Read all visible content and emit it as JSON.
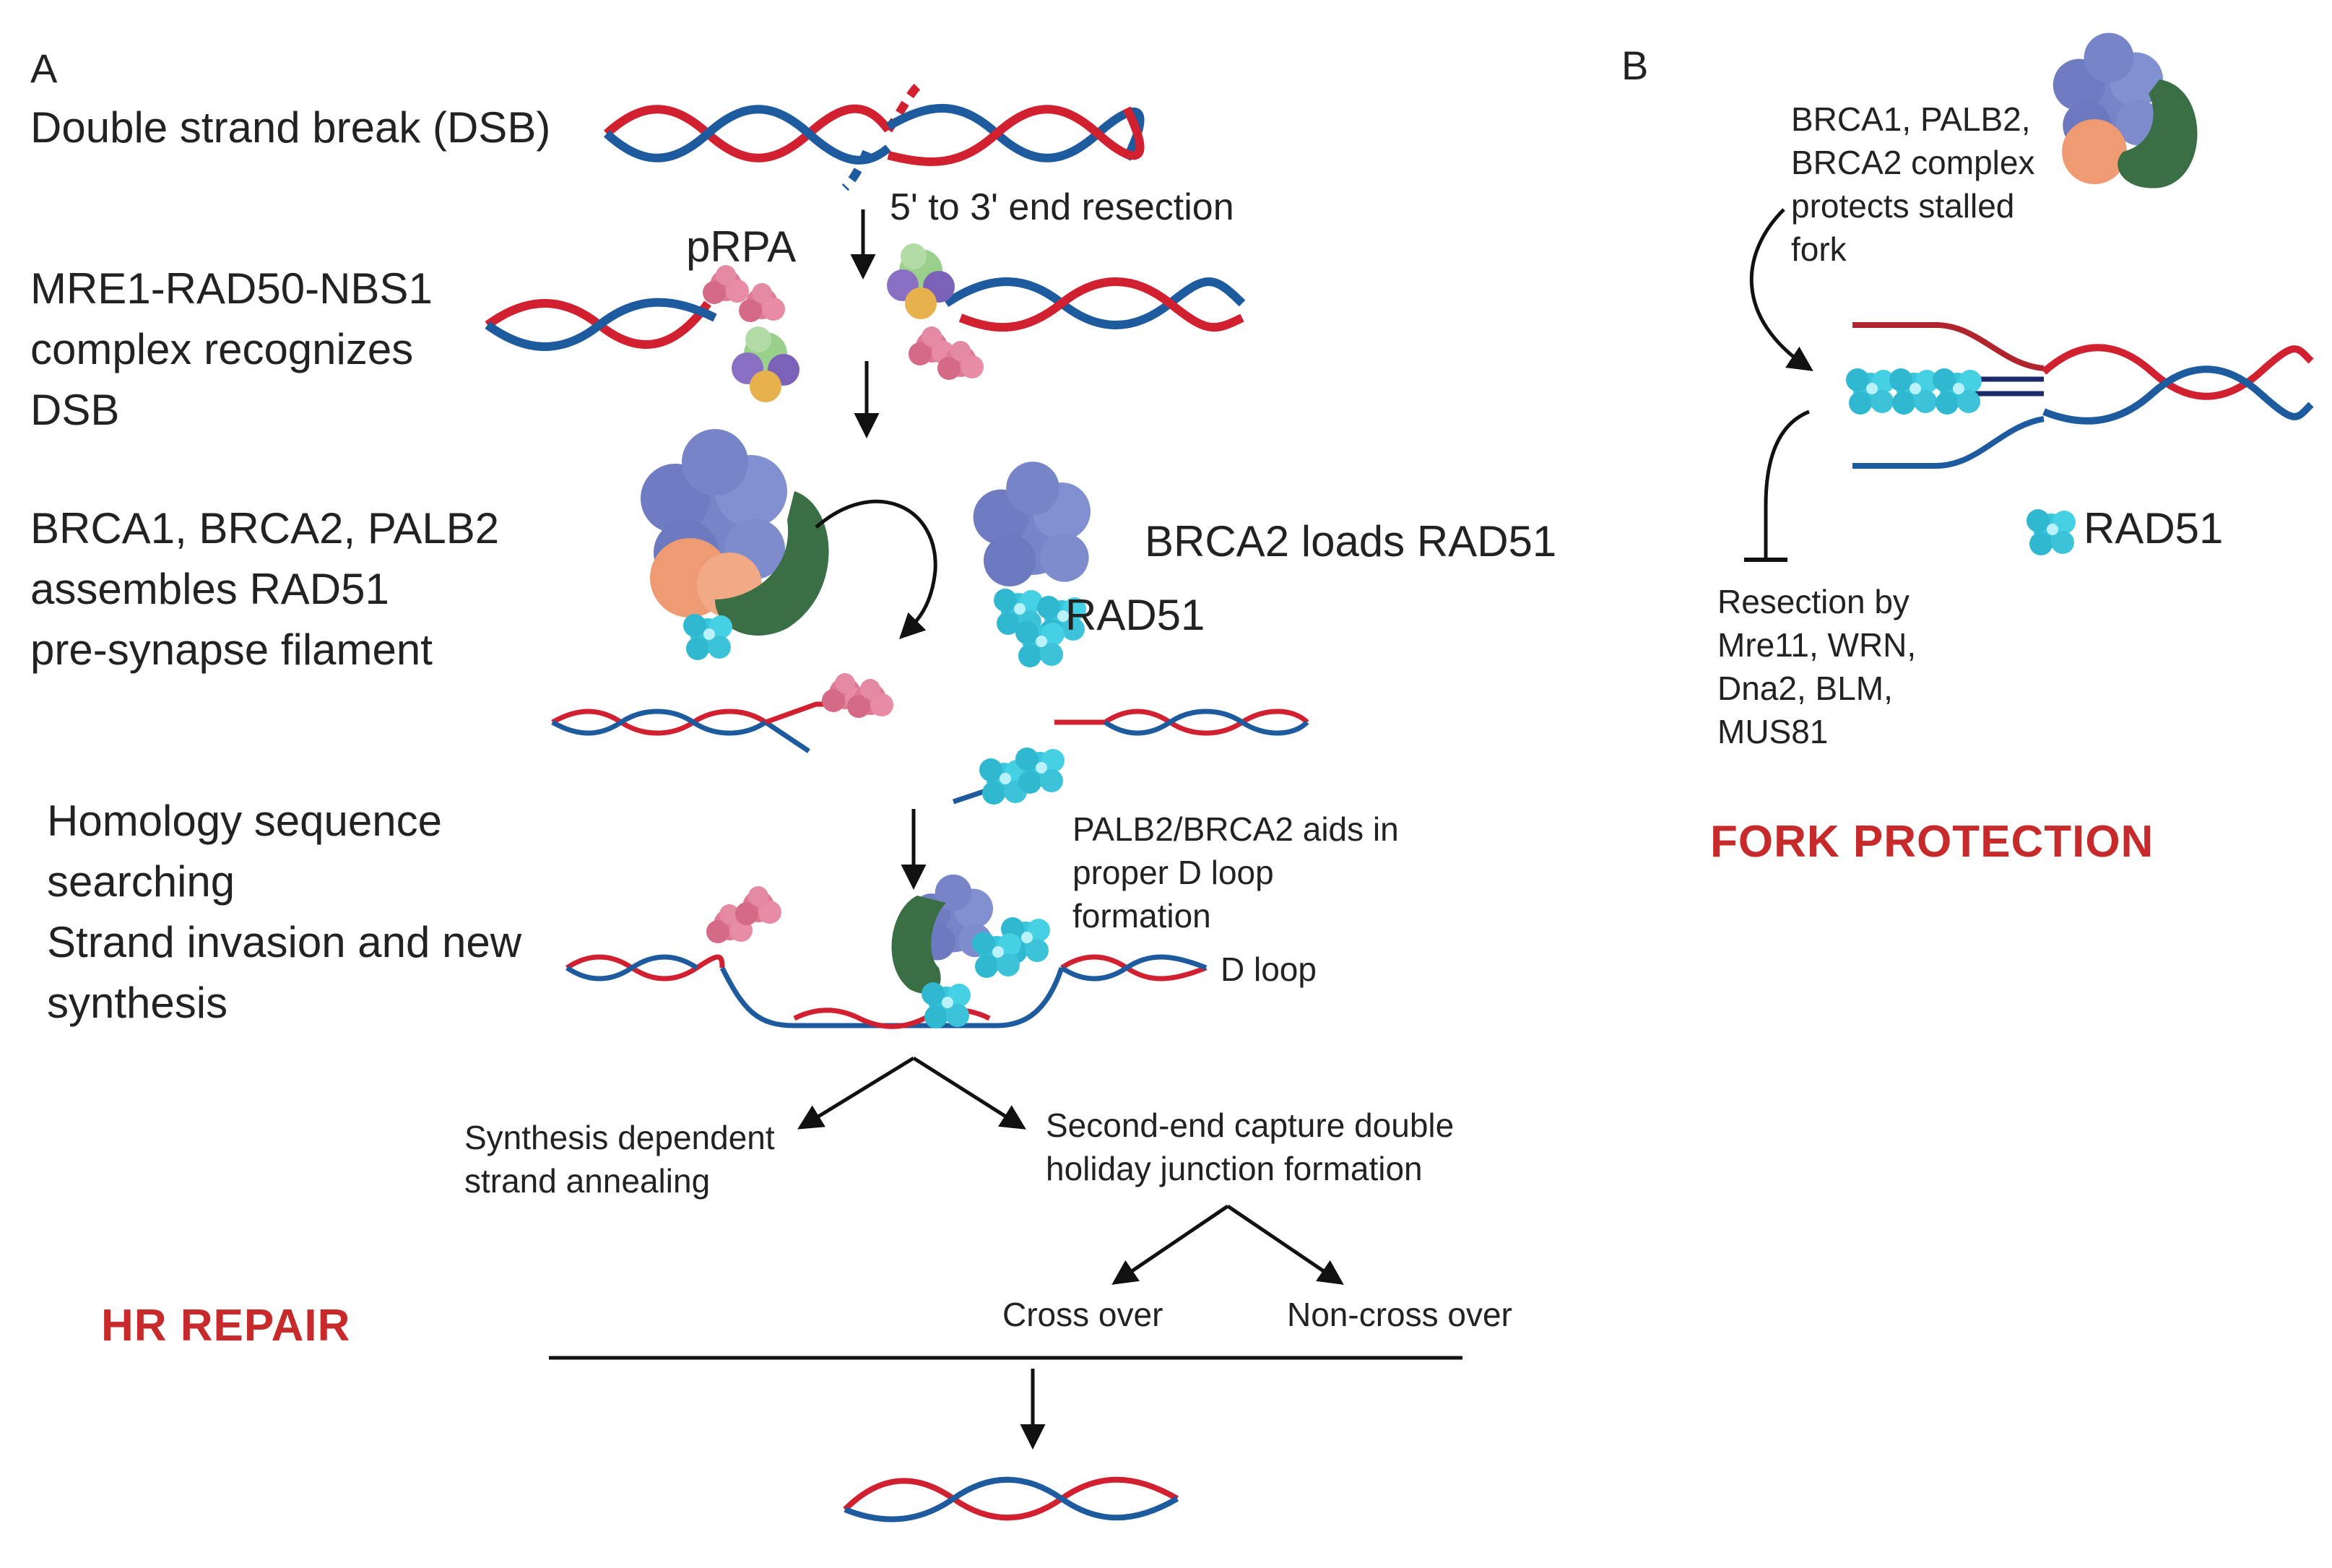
{
  "panel_a": {
    "letter": "A",
    "step1": [
      "Double strand break (DSB)"
    ],
    "resection": "5' to 3' end resection",
    "prpa": "pRPA",
    "step2": [
      "MRE1-RAD50-NBS1",
      "complex recognizes",
      "DSB"
    ],
    "step3": [
      "BRCA1, BRCA2, PALB2",
      "assembles RAD51",
      "pre-synapse filament"
    ],
    "brca2_loads": "BRCA2 loads RAD51",
    "rad51": "RAD51",
    "step4": [
      "Homology sequence",
      "searching",
      "Strand invasion and new",
      "synthesis"
    ],
    "palb2_note": [
      "PALB2/BRCA2 aids in",
      "proper D loop",
      "formation"
    ],
    "d_loop": "D loop",
    "sdsa": [
      "Synthesis dependent",
      "strand annealing"
    ],
    "dhj": [
      "Second-end capture double",
      "holiday junction formation"
    ],
    "cross_over": "Cross over",
    "non_cross_over": "Non-cross over",
    "title": "HR REPAIR"
  },
  "panel_b": {
    "letter": "B",
    "complex_note": [
      "BRCA1, PALB2,",
      "BRCA2 complex",
      "protects stalled",
      "fork"
    ],
    "resection_note": [
      "Resection by",
      "Mre11, WRN,",
      "Dna2, BLM,",
      "MUS81"
    ],
    "rad51_legend": "RAD51",
    "title": "FORK PROTECTION"
  },
  "colors": {
    "dna_red": "#d1202f",
    "dna_blue": "#1e5a9e",
    "brca1_blue": "#7784c8",
    "palb2_orange": "#ee9a73",
    "brca2_green": "#3a6e45",
    "rad51_cyan": "#38c6dc",
    "rpa_pink": "#df7a95",
    "title_red": "#c62a2a"
  }
}
